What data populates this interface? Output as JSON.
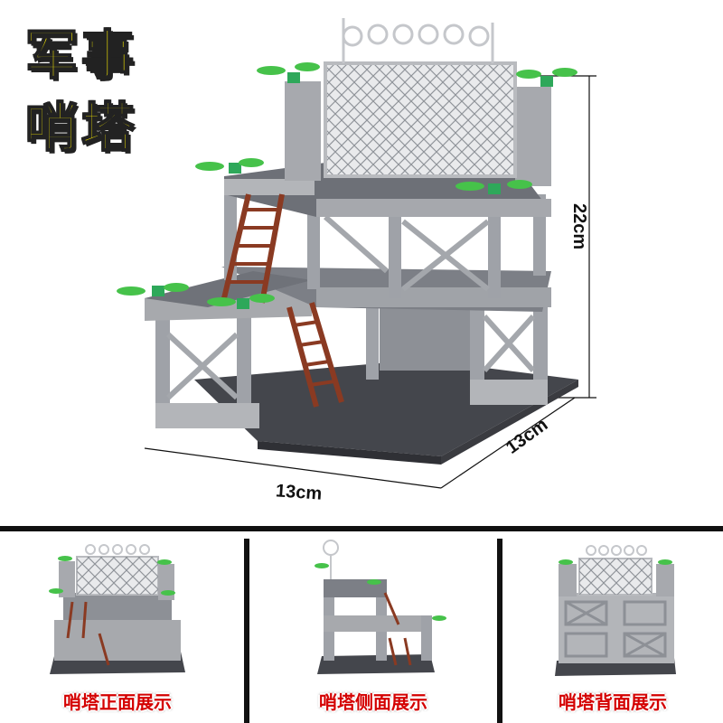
{
  "hero": {
    "title_line1": "军事",
    "title_line2": "哨塔",
    "dim_width": "13cm",
    "dim_depth": "13cm",
    "dim_height": "22cm"
  },
  "panels": [
    {
      "caption": "哨塔正面展示"
    },
    {
      "caption": "哨塔侧面展示"
    },
    {
      "caption": "哨塔背面展示"
    }
  ],
  "colors": {
    "title_fill": "#fff200",
    "caption_red": "#d40000",
    "brick_gray": "#a7a9ad",
    "baseplate_dark": "#4a4c52",
    "ladder_brown": "#8a3a22",
    "plant_green": "#46c24a"
  }
}
